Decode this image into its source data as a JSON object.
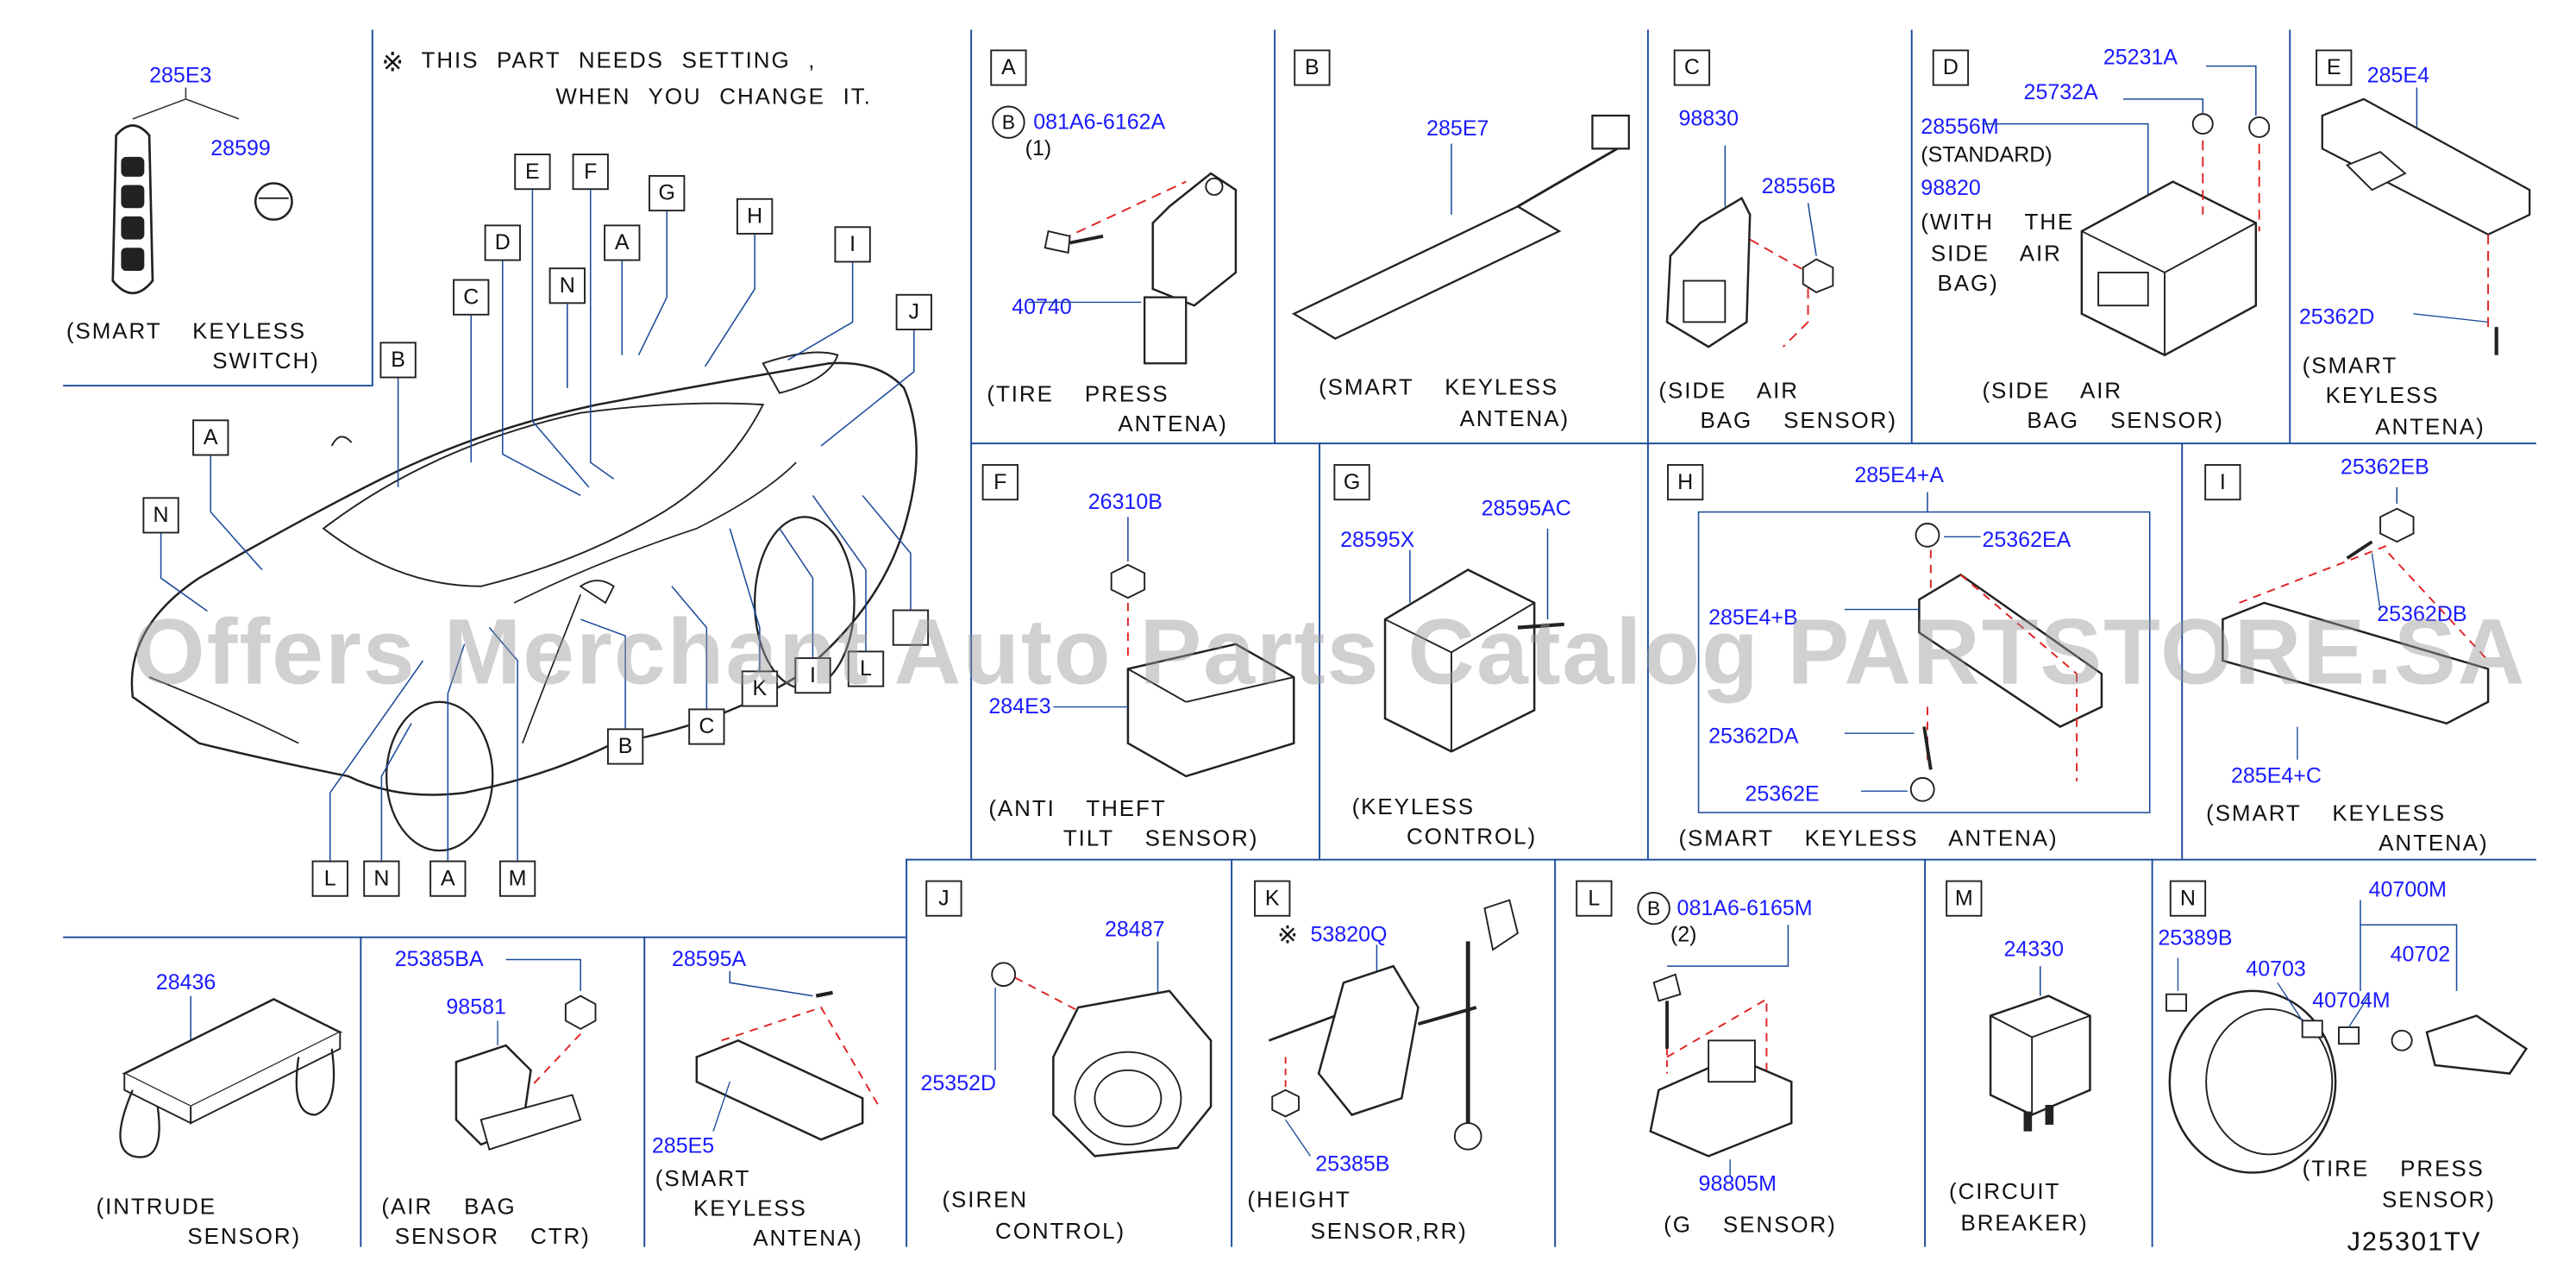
{
  "note": {
    "mark": "※",
    "line1": "THIS PART NEEDS SETTING ,",
    "line2": "WHEN YOU CHANGE IT."
  },
  "watermark": "Offers Merchant Auto Parts Catalog PARTSTORE.SA",
  "diagram_code": "J25301TV",
  "overview": {
    "callouts": [
      "E",
      "F",
      "G",
      "H",
      "I",
      "J",
      "D",
      "N",
      "A",
      "C",
      "B",
      "A",
      "N",
      "B",
      "C",
      "K",
      "I",
      "L",
      "L",
      "N",
      "A",
      "M"
    ]
  },
  "switch": {
    "parts": [
      "285E3",
      "28599"
    ],
    "caption": [
      "(SMART KEYLESS",
      "SWITCH)"
    ]
  },
  "A": {
    "letter": "A",
    "circled": "B",
    "parts": [
      "081A6-6162A",
      "(1)",
      "40740"
    ],
    "caption": [
      "(TIRE PRESS",
      "ANTENA)"
    ]
  },
  "B": {
    "letter": "B",
    "parts": [
      "285E7"
    ],
    "caption": [
      "(SMART KEYLESS",
      "ANTENA)"
    ]
  },
  "C": {
    "letter": "C",
    "parts": [
      "98830",
      "28556B"
    ],
    "caption": [
      "(SIDE AIR",
      "BAG SENSOR)"
    ]
  },
  "D": {
    "letter": "D",
    "parts": [
      "25231A",
      "25732A",
      "28556M",
      "(STANDARD)",
      "98820",
      "(WITH THE",
      "SIDE AIR",
      "BAG)"
    ],
    "caption": [
      "(SIDE AIR",
      "BAG SENSOR)"
    ]
  },
  "E": {
    "letter": "E",
    "parts": [
      "285E4",
      "25362D"
    ],
    "caption": [
      "(SMART",
      "KEYLESS",
      "ANTENA)"
    ]
  },
  "F": {
    "letter": "F",
    "parts": [
      "26310B",
      "284E3"
    ],
    "caption": [
      "(ANTI THEFT",
      "TILT SENSOR)"
    ]
  },
  "G": {
    "letter": "G",
    "parts": [
      "28595X",
      "28595AC"
    ],
    "caption": [
      "(KEYLESS",
      "CONTROL)"
    ]
  },
  "H": {
    "letter": "H",
    "parts": [
      "285E4+A",
      "25362EA",
      "285E4+B",
      "25362DA",
      "25362E"
    ],
    "caption": [
      "(SMART KEYLESS ANTENA)"
    ]
  },
  "I": {
    "letter": "I",
    "parts": [
      "25362EB",
      "25362DB",
      "285E4+C"
    ],
    "caption": [
      "(SMART KEYLESS",
      "ANTENA)"
    ]
  },
  "J": {
    "letter": "J",
    "parts": [
      "28487",
      "25352D"
    ],
    "caption": [
      "(SIREN",
      "CONTROL)"
    ]
  },
  "K": {
    "letter": "K",
    "mark": "※",
    "parts": [
      "53820Q",
      "25385B"
    ],
    "caption": [
      "(HEIGHT",
      "SENSOR,RR)"
    ]
  },
  "L": {
    "letter": "L",
    "circled": "B",
    "parts": [
      "081A6-6165M",
      "(2)",
      "98805M"
    ],
    "caption": [
      "(G SENSOR)"
    ]
  },
  "M": {
    "letter": "M",
    "parts": [
      "24330"
    ],
    "caption": [
      "(CIRCUIT",
      "BREAKER)"
    ]
  },
  "N": {
    "letter": "N",
    "parts": [
      "40700M",
      "25389B",
      "40703",
      "40702",
      "40704M"
    ],
    "caption": [
      "(TIRE PRESS",
      "SENSOR)"
    ]
  },
  "intrude": {
    "parts": [
      "28436"
    ],
    "caption": [
      "(INTRUDE",
      "SENSOR)"
    ]
  },
  "airbag_ctr": {
    "parts": [
      "25385BA",
      "98581"
    ],
    "caption": [
      "(AIR BAG",
      "SENSOR CTR)"
    ]
  },
  "keyless_b": {
    "parts": [
      "28595A",
      "285E5"
    ],
    "caption": [
      "(SMART",
      "KEYLESS",
      "ANTENA)"
    ]
  }
}
